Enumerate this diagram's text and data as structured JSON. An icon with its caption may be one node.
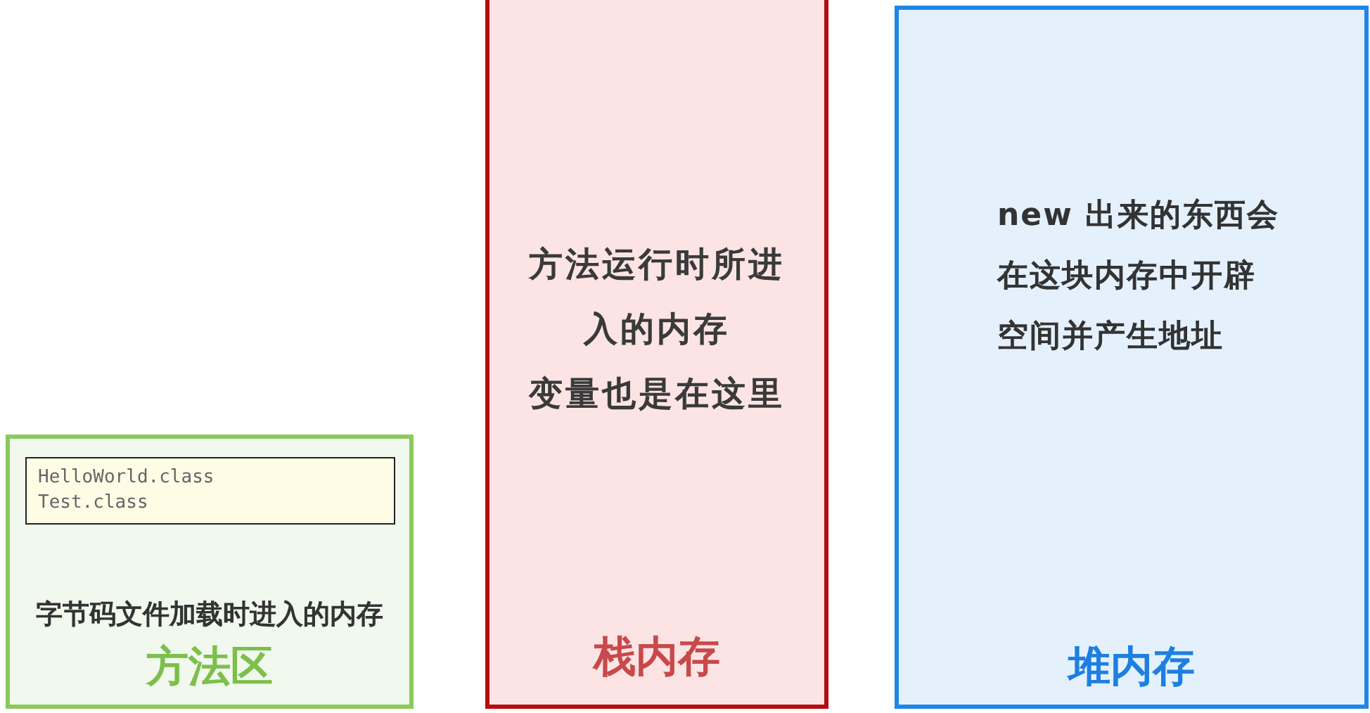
{
  "diagram": {
    "nodes": [
      {
        "text": [
          "字节码文件加载时进入的内存",
          "方法区"
        ]
      },
      {
        "text": [
          "HelloWorld.class",
          "Test.class"
        ],
        "in": 0
      },
      {
        "text": [
          "方法运行时所进入的内存",
          "变量也是在这里",
          "栈内存"
        ]
      },
      {
        "text": [
          "new 出来的东西会在这块内存中开辟空间并产生地址",
          "堆内存"
        ]
      }
    ]
  }
}
